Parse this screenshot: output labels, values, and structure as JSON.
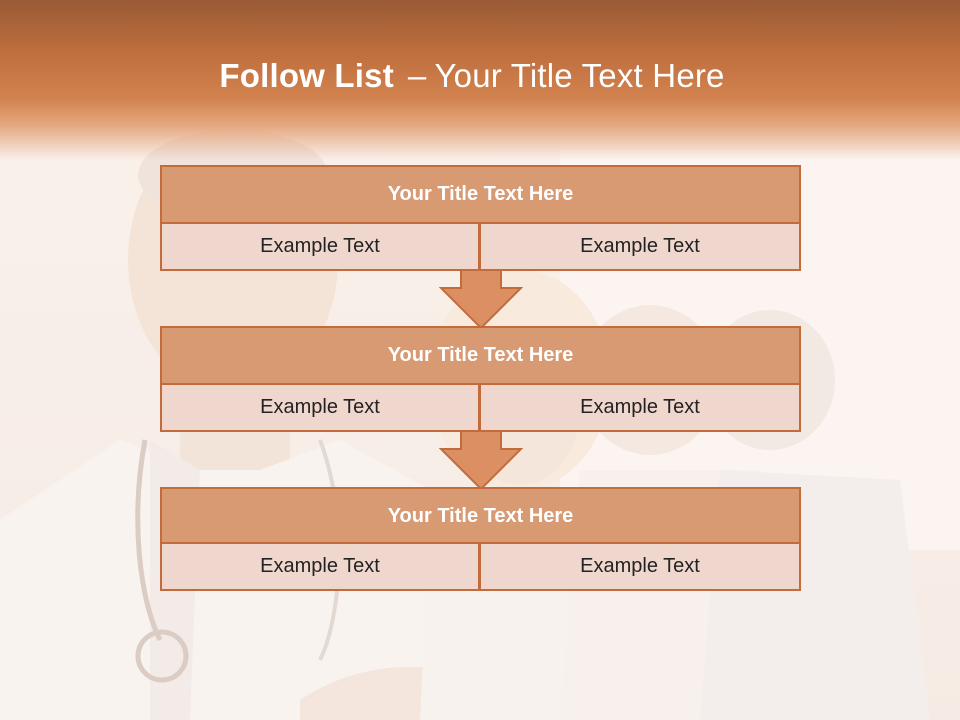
{
  "slide": {
    "title_bold": "Follow List",
    "title_sep": "–",
    "title_rest": "Your Title Text Here"
  },
  "blocks": [
    {
      "title": "Your Title Text Here",
      "left": "Example Text",
      "right": "Example Text"
    },
    {
      "title": "Your Title Text Here",
      "left": "Example Text",
      "right": "Example Text"
    },
    {
      "title": "Your Title Text Here",
      "left": "Example Text",
      "right": "Example Text"
    }
  ],
  "colors": {
    "header_dark": "#9a5a34",
    "header_mid": "#c0703f",
    "block_fill": "#d89a73",
    "block_border": "#c26c3c",
    "cell_fill": "#f0d7cd",
    "arrow_fill": "#dd8f64"
  }
}
